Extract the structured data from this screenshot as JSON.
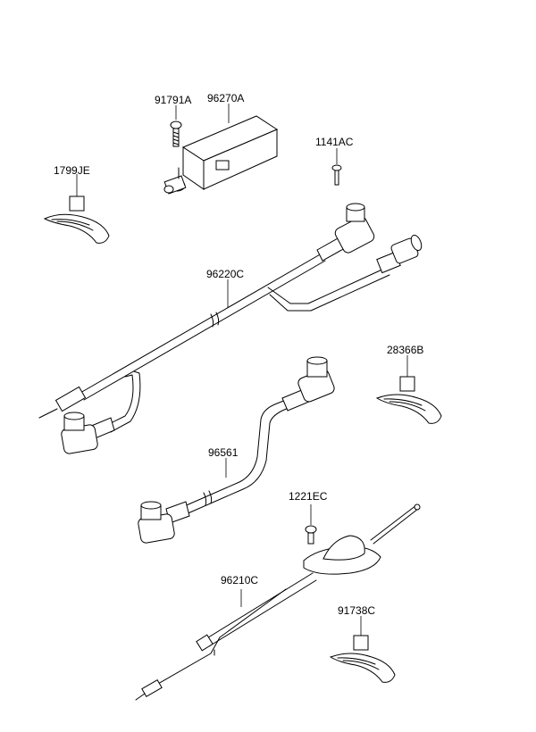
{
  "labels": {
    "p91791A": "91791A",
    "p96270A": "96270A",
    "p1141AC": "1141AC",
    "p1799JE": "1799JE",
    "p96220C": "96220C",
    "p28366B": "28366B",
    "p96561": "96561",
    "p1221EC": "1221EC",
    "p96210C": "96210C",
    "p91738C": "91738C"
  }
}
